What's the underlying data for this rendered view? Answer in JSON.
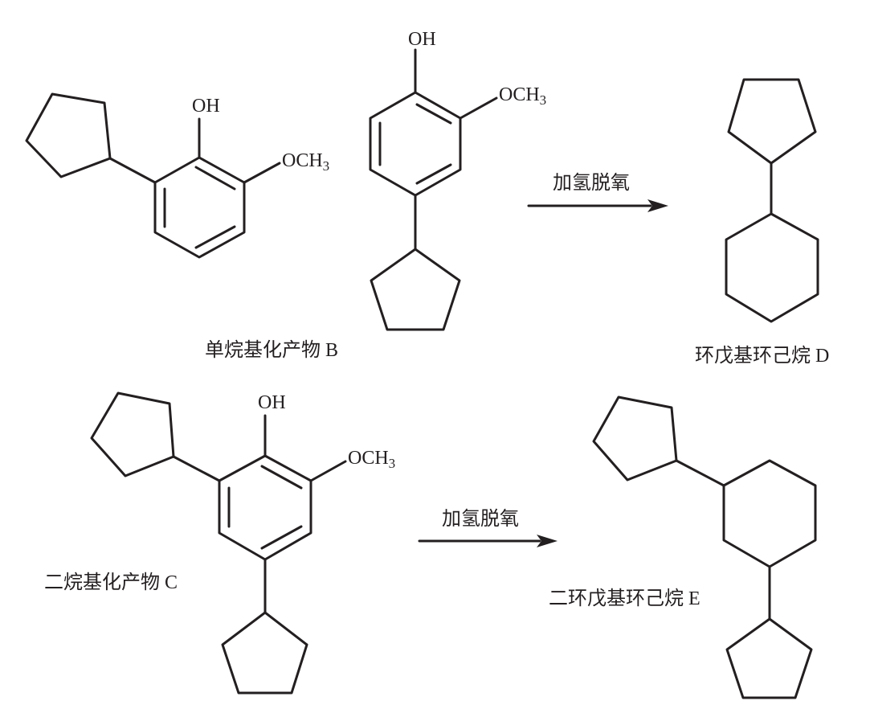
{
  "labels": {
    "oh": "OH",
    "och": "OCH",
    "sub3": "3"
  },
  "captions": {
    "b_text": "单烷基化产物",
    "b_letter": "B",
    "c_text": "二烷基化产物",
    "c_letter": "C",
    "d_text": "环戊基环己烷",
    "d_letter": "D",
    "e_text": "二环戊基环己烷",
    "e_letter": "E"
  },
  "arrows": {
    "top_label": "加氢脱氧",
    "bottom_label": "加氢脱氧"
  },
  "colors": {
    "ink": "#231f20",
    "background": "#ffffff"
  }
}
